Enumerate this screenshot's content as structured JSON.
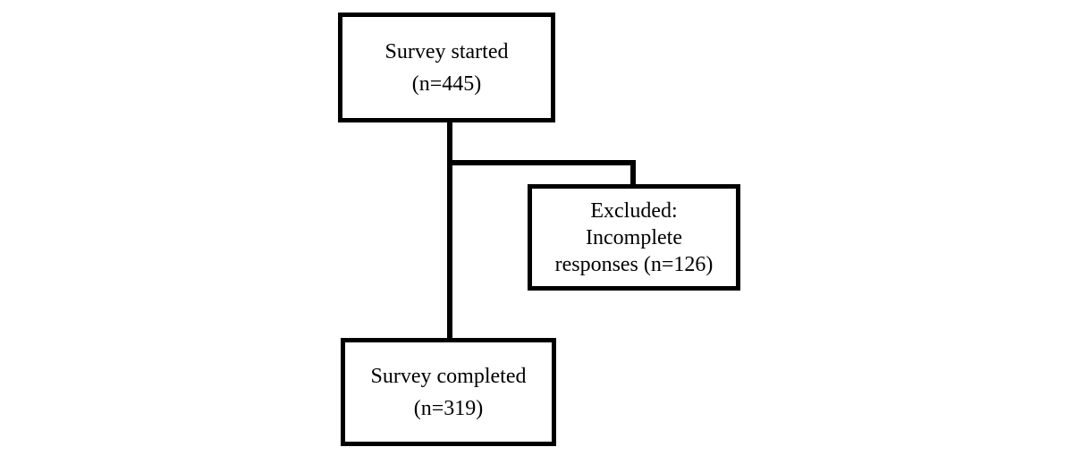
{
  "diagram": {
    "type": "flowchart",
    "background_color": "#ffffff",
    "line_color": "#000000",
    "text_color": "#000000",
    "nodes": {
      "survey_started": {
        "line1": "Survey started",
        "line2": "(n=445)"
      },
      "excluded": {
        "line1": "Excluded:",
        "line2": "Incomplete",
        "line3": "responses (n=126)"
      },
      "survey_completed": {
        "line1": "Survey completed",
        "line2": "(n=319)"
      }
    }
  }
}
